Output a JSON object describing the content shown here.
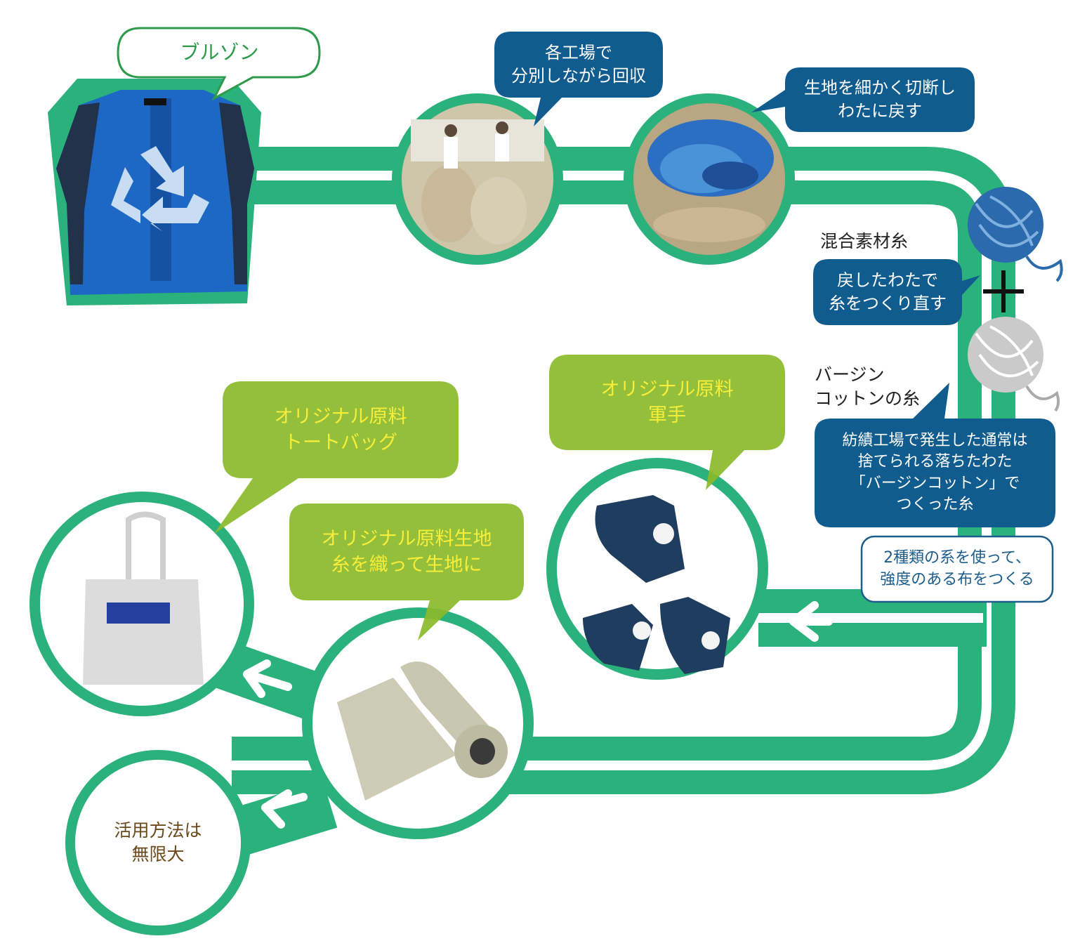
{
  "steps": {
    "jacket": {
      "title": "ブルゾン",
      "icon": "recycle-icon"
    },
    "collect": {
      "caption": "各工場で\n分別しながら回収"
    },
    "shred": {
      "caption": "生地を細かく切断し\nわたに戻す"
    },
    "yarn": {
      "mixed_label": "混合素材糸",
      "respin_caption": "戻したわたで\n糸をつくり直す",
      "virgin_label": "バージン\nコットンの糸",
      "virgin_caption": "紡績工場で発生した通常は\n捨てられる落ちたわた\n「バージンコットン」で\nつくった糸",
      "plus": "+",
      "note": "2種類の系を使って、\n強度のある布をつくる"
    },
    "gloves": {
      "caption": "オリジナル原料\n軍手"
    },
    "tote": {
      "caption": "オリジナル原料\nトートバッグ"
    },
    "fabric": {
      "caption": "オリジナル原料生地\n糸を織って生地に"
    },
    "endless": {
      "text": "活用方法は\n無限大"
    }
  },
  "colors": {
    "path_green": "#2bb27c",
    "bubble_blue": "#115c8e",
    "bubble_green": "#8bba2a",
    "caption_yellow": "#f7ee3a",
    "yarn_blue": "#2a6aad",
    "yarn_gray": "#c8c8c8",
    "jacket_blue": "#1c68c4",
    "endless_text": "#6a4a1c"
  }
}
